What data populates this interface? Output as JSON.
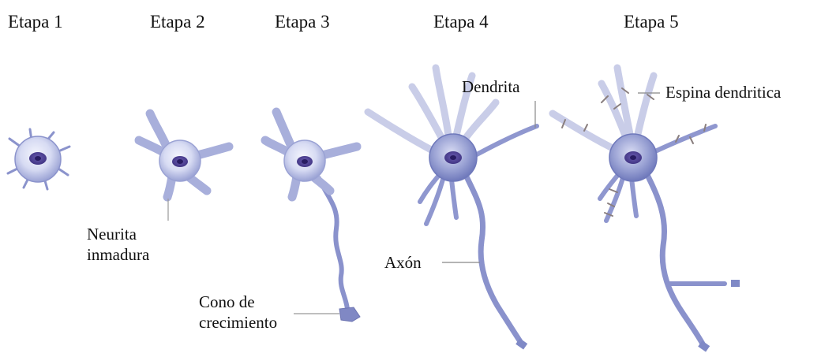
{
  "stages": [
    {
      "label": "Etapa 1"
    },
    {
      "label": "Etapa 2"
    },
    {
      "label": "Etapa 3"
    },
    {
      "label": "Etapa 4"
    },
    {
      "label": "Etapa 5"
    }
  ],
  "annotations": {
    "neurita": {
      "line1": "Neurita",
      "line2": "inmadura"
    },
    "cono": {
      "line1": "Cono de",
      "line2": "crecimiento"
    },
    "axon": "Axón",
    "dendrita": "Dendrita",
    "espina": "Espina dendritica"
  },
  "colors": {
    "process": "#9aa2d4",
    "process_outline": "#6d74b2",
    "soma_light": "#e9ecfa",
    "soma_dark": "#7f89c6",
    "nucleus": "#4b3f93",
    "nucleolus": "#2a1f66",
    "dendrite_pale": "#c9cde8",
    "spine": "#8a7f7f",
    "leader": "#888888"
  }
}
